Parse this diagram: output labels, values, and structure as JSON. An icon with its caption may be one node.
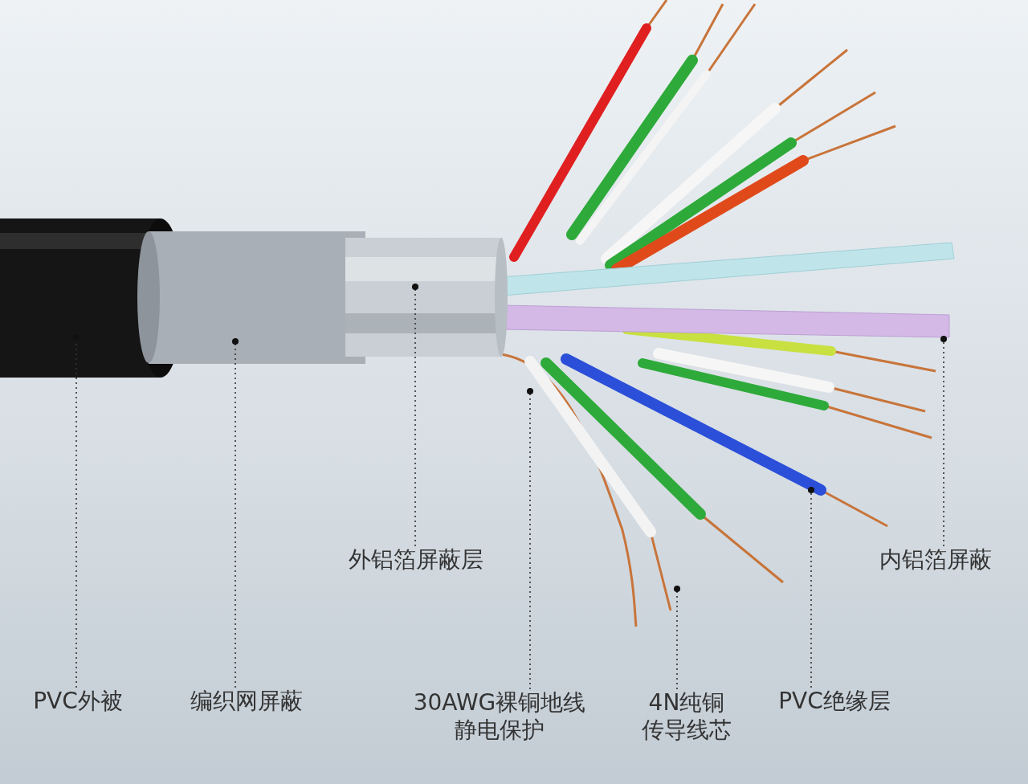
{
  "diagram": {
    "nodes": [
      {
        "text": [
          "PVC外被"
        ]
      },
      {
        "text": [
          "编织网屏蔽"
        ]
      },
      {
        "text": [
          "外铝箔屏蔽层"
        ]
      },
      {
        "text": [
          "30AWG裸铜地线静电保护"
        ]
      },
      {
        "text": [
          "4N纯铜传导线芯"
        ]
      },
      {
        "text": [
          "PVC绝缘层"
        ]
      },
      {
        "text": [
          "内铝箔屏蔽"
        ]
      }
    ],
    "edges": [
      {
        "from": 0,
        "to": null,
        "arrow": "other",
        "style": "dashed"
      },
      {
        "from": 1,
        "to": null,
        "arrow": "other",
        "style": "dashed"
      },
      {
        "from": 2,
        "to": null,
        "arrow": "other",
        "style": "dashed"
      },
      {
        "from": 3,
        "to": null,
        "arrow": "other",
        "style": "dashed"
      },
      {
        "from": 4,
        "to": null,
        "arrow": "other",
        "style": "dashed"
      },
      {
        "from": 5,
        "to": null,
        "arrow": "other",
        "style": "dashed"
      },
      {
        "from": 6,
        "to": null,
        "arrow": "other",
        "style": "dashed"
      }
    ]
  }
}
